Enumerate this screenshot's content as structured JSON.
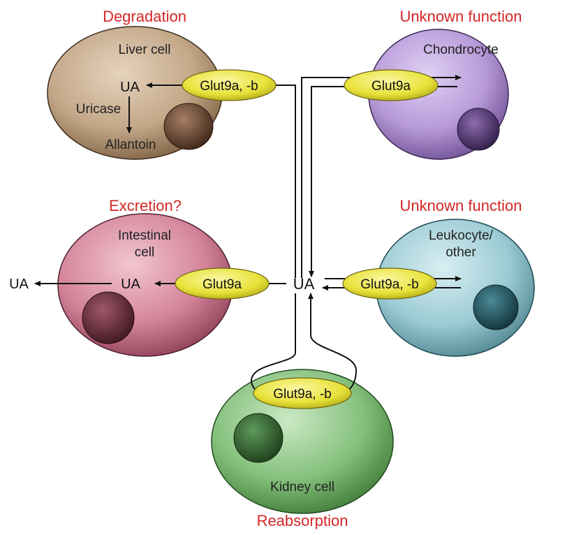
{
  "colors": {
    "heading": "#d42626",
    "liver": "#c3a788",
    "chondrocyte": "#b79ad8",
    "intestinal": "#d4849a",
    "leukocyte": "#9ccbd4",
    "kidney": "#84c07c",
    "transporter": "#e8e23a"
  },
  "headings": {
    "degradation": "Degradation",
    "unknown_top": "Unknown function",
    "excretion": "Excretion?",
    "unknown_mid": "Unknown function",
    "reabsorption": "Reabsorption"
  },
  "cells": {
    "liver": {
      "label": "Liver cell"
    },
    "chondrocyte": {
      "label": "Chondrocyte"
    },
    "intestinal": {
      "label_line1": "Intestinal",
      "label_line2": "cell"
    },
    "leukocyte": {
      "label_line1": "Leukocyte/",
      "label_line2": "other"
    },
    "kidney": {
      "label": "Kidney cell"
    }
  },
  "transporters": {
    "liver": "Glut9a, -b",
    "chondrocyte": "Glut9a",
    "intestinal": "Glut9a",
    "leukocyte": "Glut9a, -b",
    "kidney": "Glut9a, -b"
  },
  "metabolites": {
    "center": "UA",
    "liver_ua": "UA",
    "enzyme": "Uricase",
    "product": "Allantoin",
    "intestinal_ua": "UA",
    "excreted_ua": "UA"
  }
}
